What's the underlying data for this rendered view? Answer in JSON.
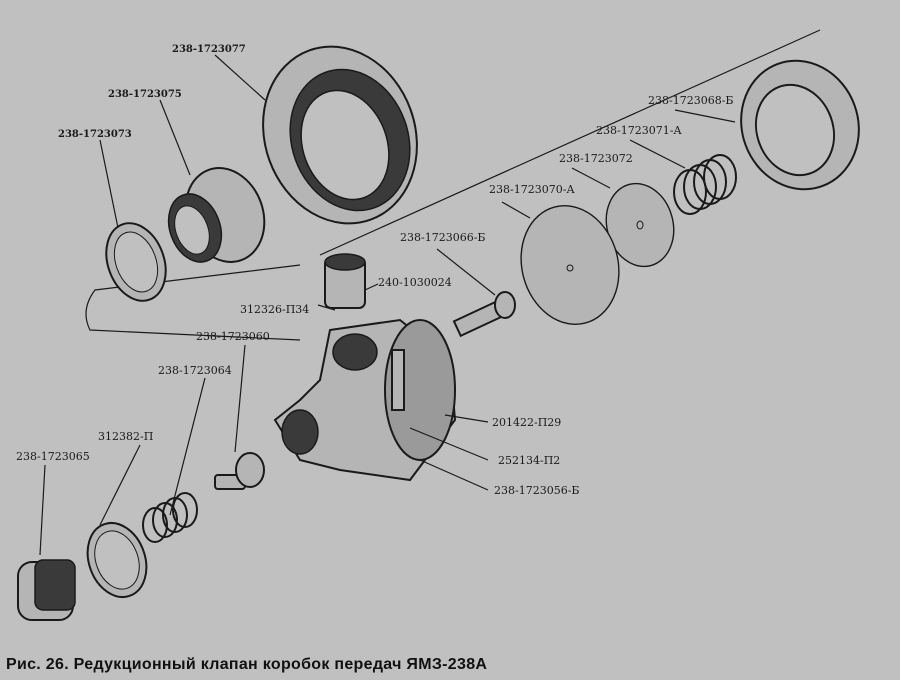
{
  "caption": "Рис. 26. Редукционный клапан коробок передач ЯМЗ-238А",
  "labels": {
    "p077": "238-1723077",
    "p075": "238-1723075",
    "p073": "238-1723073",
    "p068": "238-1723068-Б",
    "p071": "238-1723071-А",
    "p072": "238-1723072",
    "p070": "238-1723070-А",
    "p066": "238-1723066-Б",
    "p024": "240-1030024",
    "p34": "312326-П34",
    "p060": "238-1723060",
    "p064": "238-1723064",
    "p382": "312382-П",
    "p065": "238-1723065",
    "p29": "201422-П29",
    "p2": "252134-П2",
    "p056": "238-1723056-Б"
  }
}
